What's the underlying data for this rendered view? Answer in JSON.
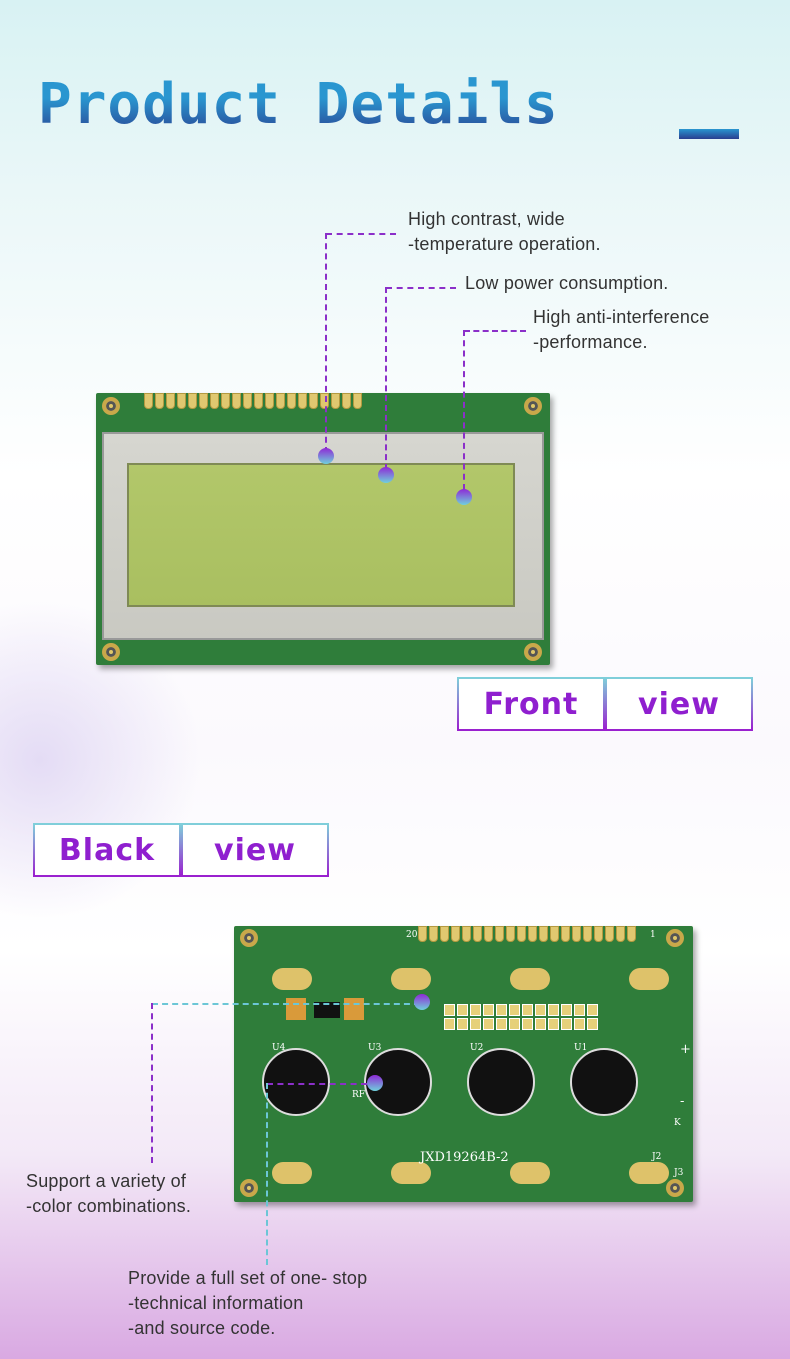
{
  "header": {
    "title": "Product Details"
  },
  "front": {
    "features": [
      {
        "line1": "High contrast, wide",
        "line2": "-temperature operation."
      },
      {
        "line1": "Low power consumption."
      },
      {
        "line1": "High anti-interference",
        "line2": "-performance."
      }
    ],
    "label_left": "Front",
    "label_right": "view"
  },
  "back": {
    "label_left": "Black",
    "label_right": "view",
    "board_model": "JXD19264B-2",
    "silk": {
      "pin20": "20",
      "pin1": "1",
      "u1": "U1",
      "u2": "U2",
      "u3": "U3",
      "u4": "U4",
      "rf": "RF",
      "j2": "J2",
      "j3": "J3",
      "k": "K",
      "plus": "+",
      "minus": "-"
    },
    "features": [
      {
        "line1": "Support a variety of",
        "line2": "-color combinations."
      },
      {
        "line1": "Provide a full set of one- stop",
        "line2": "-technical information",
        "line3": "-and source code."
      }
    ]
  },
  "colors": {
    "accent": "#8f1fcf",
    "title_blue": "#2a96d0",
    "pcb_green": "#2f7d3a",
    "lcd_green": "#b2c76a"
  }
}
